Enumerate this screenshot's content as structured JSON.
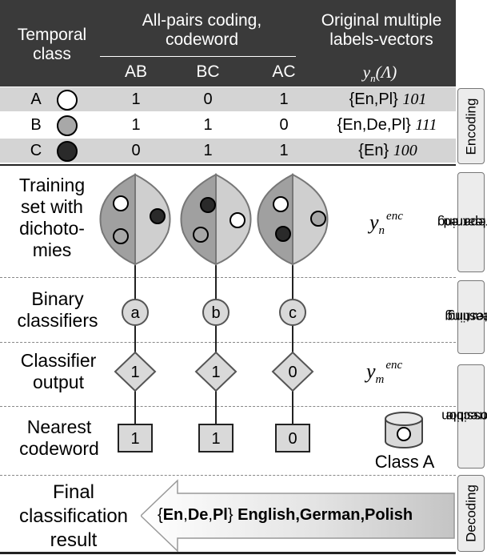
{
  "header": {
    "temporal_class": "Temporal class",
    "all_pairs": "All-pairs coding, codeword",
    "original_labels": "Original multiple labels-vectors",
    "col_ab": "AB",
    "col_bc": "BC",
    "col_ac": "AC",
    "yn_label": "y",
    "yn_sub": "n",
    "yn_arg": "(Λ)"
  },
  "rows": [
    {
      "cls": "A",
      "ab": "1",
      "bc": "0",
      "ac": "1",
      "vec": "{En,Pl}",
      "bits": "101",
      "fill": "#ffffff",
      "bg": "#d4d4d4"
    },
    {
      "cls": "B",
      "ab": "1",
      "bc": "1",
      "ac": "0",
      "vec": "{En,De,Pl}",
      "bits": "111",
      "fill": "#a8a8a8",
      "bg": "#ffffff"
    },
    {
      "cls": "C",
      "ab": "0",
      "bc": "1",
      "ac": "1",
      "vec": "{En}",
      "bits": "100",
      "fill": "#2a2a2a",
      "bg": "#d4d4d4"
    }
  ],
  "side_labels": {
    "encoding": "Encoding",
    "prepared_1": "Prepared",
    "prepared_2": "for learning",
    "learning_1": "Learning",
    "learning_2": "/ testing",
    "possible_1": "Possible",
    "possible_2": "correction",
    "decoding": "Decoding"
  },
  "sections": {
    "training": "Training set with dichoto- mies",
    "binary": "Binary classifiers",
    "classifier_output": "Classifier output",
    "nearest": "Nearest codeword",
    "final": "Final classification result"
  },
  "y_enc": {
    "y": "y",
    "sub_n": "n",
    "sub_m": "m",
    "sup": "enc"
  },
  "classifiers": [
    "a",
    "b",
    "c"
  ],
  "outputs": [
    "1",
    "1",
    "0"
  ],
  "codewords": [
    "1",
    "1",
    "0"
  ],
  "class_a": "Class A",
  "result": {
    "brace_open": "{",
    "en": "En",
    "comma1": ",",
    "de": "De",
    "comma2": ",",
    "pl": "Pl",
    "brace_close": "}",
    "names": "English,German,Polish"
  },
  "colors": {
    "header": "#3a3a3a",
    "lens_dark": "#a0a0a0",
    "lens_light": "#cfcfcf",
    "node": "#d9d9d9"
  }
}
